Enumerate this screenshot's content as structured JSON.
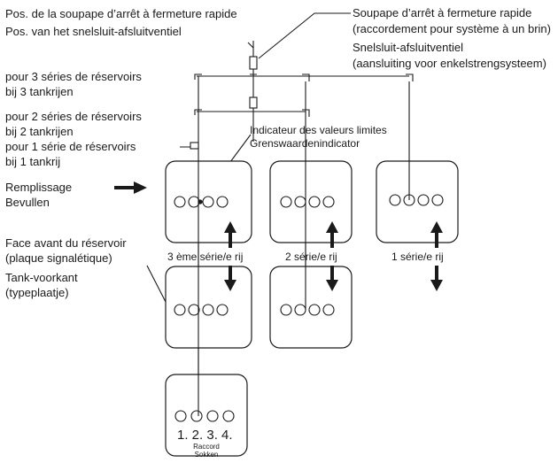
{
  "labels": {
    "valve_pos_fr": "Pos. de la soupape d’arrêt à fermeture rapide",
    "valve_pos_nl": "Pos. van het snelsluit-afsluitventiel",
    "valve_fr_1": "Soupape d’arrêt à fermeture rapide",
    "valve_fr_2": "(raccordement pour système à un brin)",
    "valve_nl_1": "Snelsluit-afsluitventiel",
    "valve_nl_2": "(aansluiting voor enkelstrengsysteem)",
    "rows3_fr": "pour 3 séries de réservoirs",
    "rows3_nl": "bij 3 tankrijen",
    "rows2_fr": "pour 2 séries de réservoirs",
    "rows2_nl": "bij 2 tankrijen",
    "rows1_fr": "pour 1 série de réservoirs",
    "rows1_nl": "bij 1 tankrij",
    "limit_fr": "Indicateur des valeurs limites",
    "limit_nl": "Grenswaardenindicator",
    "fill_fr": "Remplissage",
    "fill_nl": "Bevullen",
    "front_fr_1": "Face avant du réservoir",
    "front_fr_2": "(plaque signalétique)",
    "front_nl_1": "Tank-voorkant",
    "front_nl_2": "(typeplaatje)",
    "row3_label": "3 ème série/e rij",
    "row2_label": "2 série/e rij",
    "row1_label": "1 série/e rij",
    "conn_numbers": "1. 2. 3. 4.",
    "raccord": "Raccord",
    "sokken": "Sokken"
  }
}
